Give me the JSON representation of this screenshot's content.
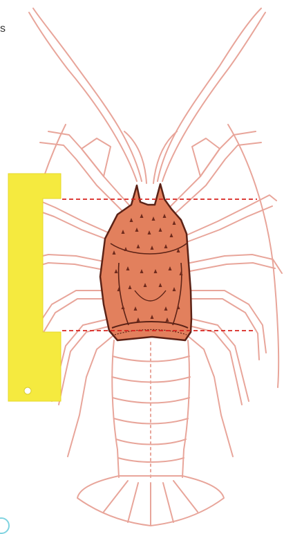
{
  "colors": {
    "lobster_line": "#e8a59a",
    "carapace_fill": "#e2805d",
    "carapace_outline": "#5b2216",
    "carapace_spot": "#6e2a1c",
    "gauge_fill": "#f5ea3f",
    "measure_line": "#d8231f",
    "badge_ring": "#7fd3e0"
  },
  "corner_text": "s",
  "icons": [
    "lobster-illustration",
    "carapace-gauge",
    "measurement-lines"
  ]
}
